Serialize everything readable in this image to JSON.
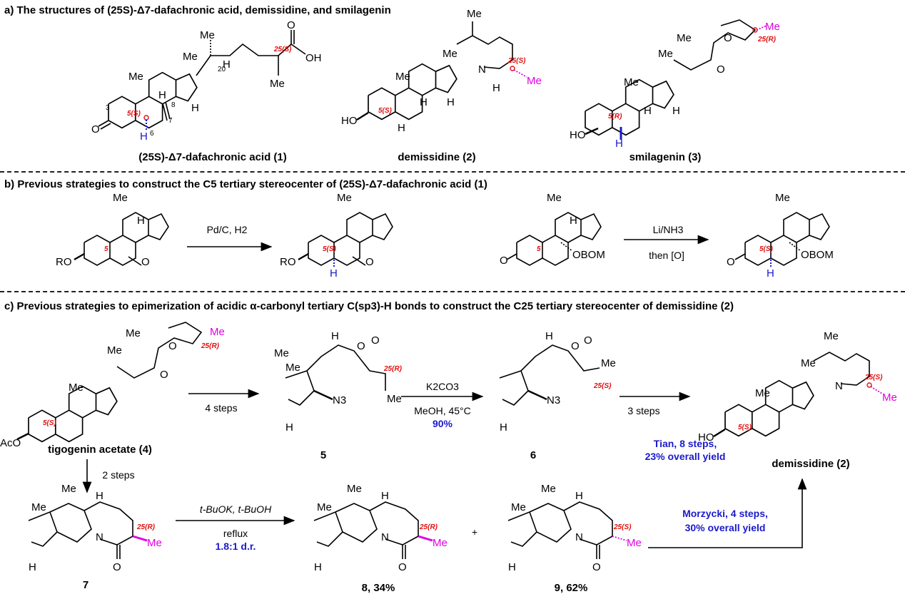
{
  "sections": {
    "a": {
      "prefix": "a)",
      "text": "The structures of (25S)-Δ7-dafachronic acid, demissidine, and smilagenin"
    },
    "b": {
      "prefix": "b)",
      "text": "Previous strategies to construct the C5 tertiary stereocenter of (25S)-Δ7-dafachronic acid (1)"
    },
    "c": {
      "prefix": "c)",
      "text": "Previous strategies to epimerization of acidic α-carbonyl tertiary C(sp3)-H bonds to construct the C25 tertiary stereocenter of demissidine (2)"
    }
  },
  "compounds": {
    "c1": "(25S)-Δ7-dafachronic acid (1)",
    "c2": "demissidine (2)",
    "c3": "smilagenin (3)",
    "c4": "tigogenin acetate (4)",
    "c5": "5",
    "c6": "6",
    "c7": "7",
    "c8": "8, 34%",
    "c9": "9, 62%",
    "c2b": "demissidine (2)"
  },
  "reagents": {
    "b1": "Pd/C, H2",
    "b2_top": "Li/NH3",
    "b2_bottom": "then [O]",
    "c_4to5": "4 steps",
    "c_5to6_top": "K2CO3",
    "c_5to6_bottom": "MeOH, 45°C",
    "c_5to6_yield": "90%",
    "c_6to2": "3 steps",
    "c_tian_1": "Tian, 8 steps,",
    "c_tian_2": "23% overall yield",
    "c_4to7": "2 steps",
    "c_7to89_top": "t-BuOK, t-BuOH",
    "c_7to89_mid": "reflux",
    "c_7to89_dr": "1.8:1 d.r.",
    "c_morz_1": "Morzycki, 4 steps,",
    "c_morz_2": "30% overall yield",
    "plus": "+"
  },
  "stereo_labels": {
    "s25S": "25(S)",
    "s25R": "25(R)",
    "s5S": "5(S)",
    "s5R": "5(R)",
    "s5": "5"
  },
  "atoms": {
    "Me": "Me",
    "H": "H",
    "O": "O",
    "N": "N",
    "N3": "N3",
    "OH": "OH",
    "HO": "HO",
    "RO": "RO",
    "AcO": "AcO",
    "OBOM": "OBOM",
    "n20": "20",
    "n8": "8",
    "n7": "7",
    "n6": "6",
    "n3": "3"
  },
  "colors": {
    "stereo": "#e01010",
    "yield_blue": "#1a1acc",
    "methyl_pink": "#e000e0"
  }
}
